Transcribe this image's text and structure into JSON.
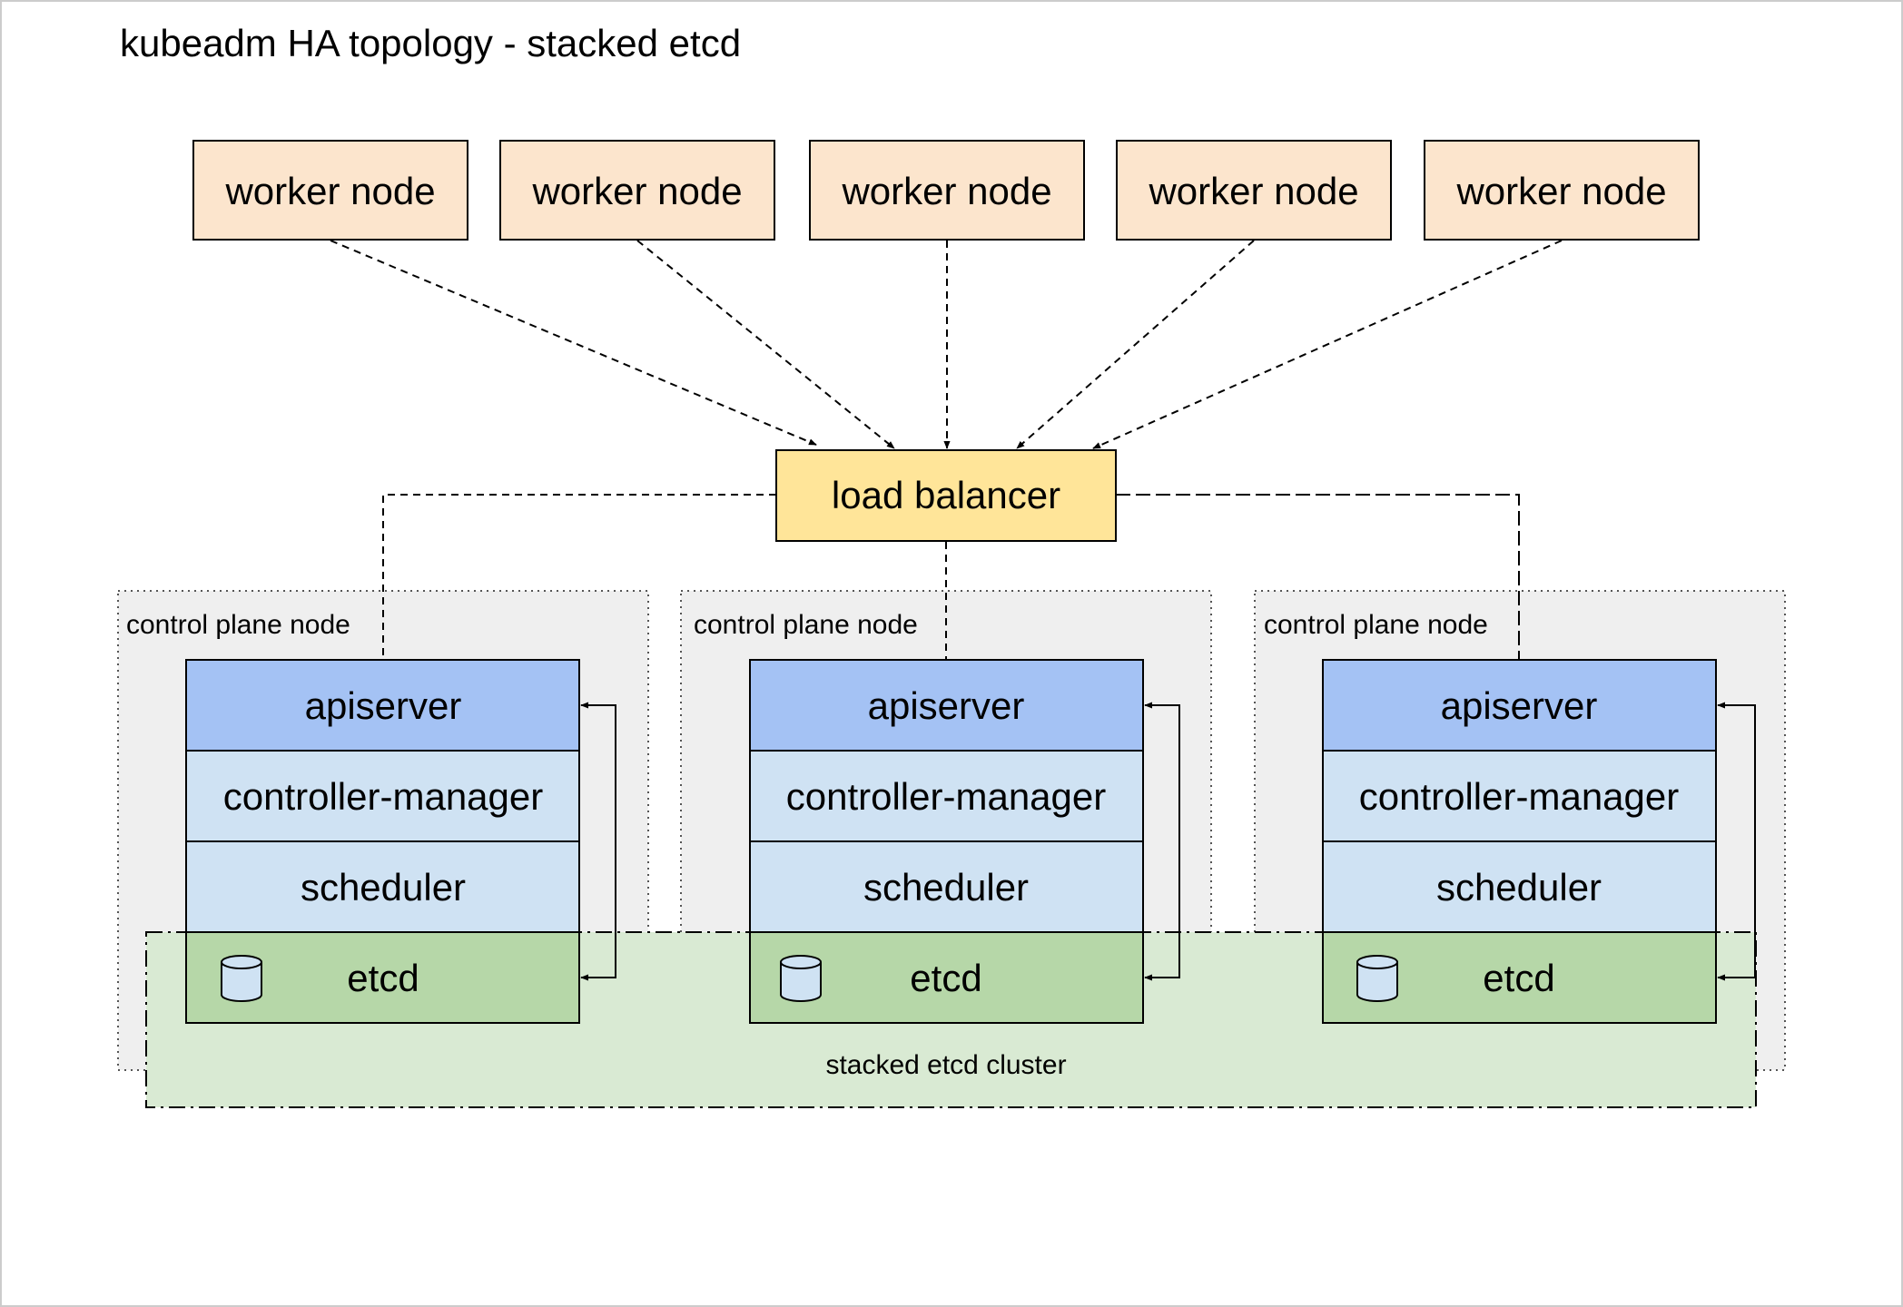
{
  "title": "kubeadm HA topology - stacked etcd",
  "worker_nodes": [
    {
      "label": "worker node"
    },
    {
      "label": "worker node"
    },
    {
      "label": "worker node"
    },
    {
      "label": "worker node"
    },
    {
      "label": "worker node"
    }
  ],
  "load_balancer": {
    "label": "load balancer"
  },
  "control_plane_nodes": [
    {
      "label": "control plane node",
      "components": {
        "apiserver": "apiserver",
        "controller_manager": "controller-manager",
        "scheduler": "scheduler",
        "etcd": "etcd"
      }
    },
    {
      "label": "control plane node",
      "components": {
        "apiserver": "apiserver",
        "controller_manager": "controller-manager",
        "scheduler": "scheduler",
        "etcd": "etcd"
      }
    },
    {
      "label": "control plane node",
      "components": {
        "apiserver": "apiserver",
        "controller_manager": "controller-manager",
        "scheduler": "scheduler",
        "etcd": "etcd"
      }
    }
  ],
  "etcd_cluster": {
    "label": "stacked etcd cluster"
  },
  "colors": {
    "worker_fill": "#fce5cd",
    "load_balancer_fill": "#ffe599",
    "apiserver_fill": "#a4c2f4",
    "component_fill": "#cfe2f3",
    "etcd_fill": "#b6d7a8",
    "etcd_cluster_fill": "#d9ead3",
    "control_plane_fill": "#efefef"
  },
  "icons": {
    "etcd": "database-cylinder-icon"
  }
}
